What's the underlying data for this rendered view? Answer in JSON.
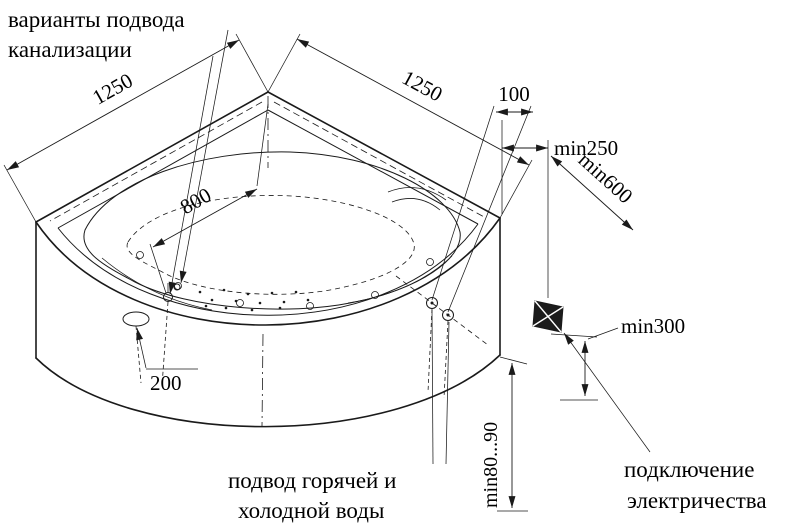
{
  "labels": {
    "sewage_line1": "варианты подвода",
    "sewage_line2": "канализации",
    "water_line1": "подвод горячей и",
    "water_line2": "холодной воды",
    "electric_line1": "подключение",
    "electric_line2": "электричества"
  },
  "dimensions": {
    "d1250_left": "1250",
    "d1250_right": "1250",
    "d800": "800",
    "d100": "100",
    "d200": "200",
    "min250": "min250",
    "min600": "min600",
    "min300": "min300",
    "gap": "min80...90"
  },
  "colors": {
    "line": "#1a1a1a",
    "background": "#ffffff",
    "electric_box_fill": "#1c1c1c"
  }
}
